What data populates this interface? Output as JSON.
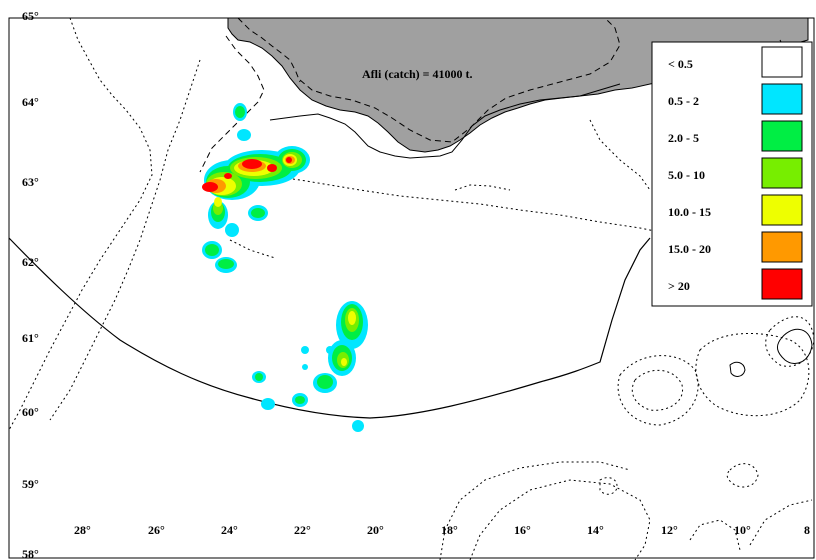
{
  "annotation": "Afli (catch) = 41000 t.",
  "lat_labels": [
    "65°",
    "64°",
    "63°",
    "62°",
    "61°",
    "60°",
    "59°",
    "58°"
  ],
  "lon_labels": [
    "28°",
    "26°",
    "24°",
    "22°",
    "20°",
    "18°",
    "16°",
    "14°",
    "12°",
    "10°",
    "8"
  ],
  "legend": [
    {
      "label": "< 0.5",
      "color": "#ffffff"
    },
    {
      "label": "0.5 -  2",
      "color": "#00e6ff"
    },
    {
      "label": "2.0 -  5",
      "color": "#00ee44"
    },
    {
      "label": "5.0 - 10",
      "color": "#77ee00"
    },
    {
      "label": "10.0 - 15",
      "color": "#eeff00"
    },
    {
      "label": "15.0 - 20",
      "color": "#ff9900"
    },
    {
      "label": "> 20",
      "color": "#ff0000"
    }
  ],
  "colors": {
    "land": "#a0a0a0",
    "frame": "#000000"
  }
}
